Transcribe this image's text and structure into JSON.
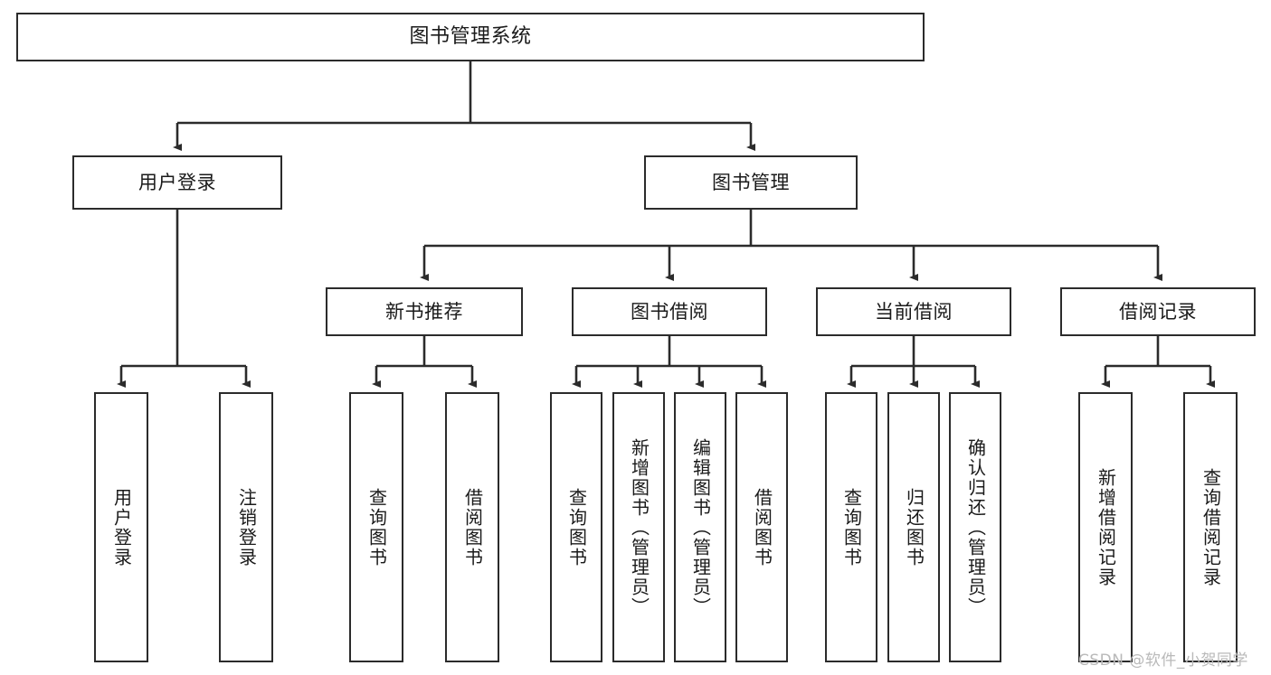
{
  "diagram": {
    "type": "tree-hierarchy",
    "title": "图书管理系统",
    "watermark": "CSDN @软件_小贺同学",
    "colors": {
      "stroke": "#2b2b2b",
      "fill": "#ffffff",
      "text": "#1a1a1a",
      "watermark": "#b9b9b9"
    },
    "nodes": {
      "root": {
        "label": "图书管理系统"
      },
      "level2": [
        {
          "id": "user-login",
          "label": "用户登录"
        },
        {
          "id": "book-manage",
          "label": "图书管理"
        }
      ],
      "level3": [
        {
          "id": "new-book-rec",
          "label": "新书推荐"
        },
        {
          "id": "book-borrow",
          "label": "图书借阅"
        },
        {
          "id": "current-borrow",
          "label": "当前借阅"
        },
        {
          "id": "borrow-record",
          "label": "借阅记录"
        }
      ],
      "leaves": {
        "user-login": [
          {
            "id": "leaf-user-login",
            "label": "用户登录"
          },
          {
            "id": "leaf-user-logout",
            "label": "注销登录"
          }
        ],
        "new-book-rec": [
          {
            "id": "leaf-query-book-1",
            "label": "查询图书"
          },
          {
            "id": "leaf-borrow-book-1",
            "label": "借阅图书"
          }
        ],
        "book-borrow": [
          {
            "id": "leaf-query-book-2",
            "label": "查询图书"
          },
          {
            "id": "leaf-add-book",
            "label": "新增图书（管理员）"
          },
          {
            "id": "leaf-edit-book",
            "label": "编辑图书（管理员）"
          },
          {
            "id": "leaf-borrow-book-2",
            "label": "借阅图书"
          }
        ],
        "current-borrow": [
          {
            "id": "leaf-query-book-3",
            "label": "查询图书"
          },
          {
            "id": "leaf-return-book",
            "label": "归还图书"
          },
          {
            "id": "leaf-confirm-return",
            "label": "确认归还（管理员）"
          }
        ],
        "borrow-record": [
          {
            "id": "leaf-add-record",
            "label": "新增借阅记录"
          },
          {
            "id": "leaf-query-record",
            "label": "查询借阅记录"
          }
        ]
      }
    }
  }
}
